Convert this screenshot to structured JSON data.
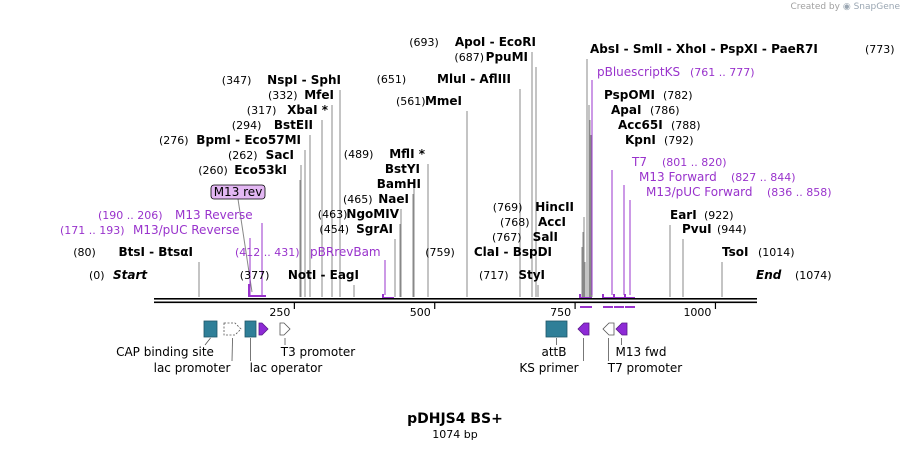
{
  "credit": {
    "prefix": "Created by",
    "brand": "SnapGene"
  },
  "map": {
    "title": "pDHJS4 BS+",
    "subtitle": "1074 bp",
    "length": 1074,
    "scale_ticks": [
      {
        "value": 250,
        "label": "250"
      },
      {
        "value": 500,
        "label": "500"
      },
      {
        "value": 750,
        "label": "750"
      },
      {
        "value": 1000,
        "label": "1000"
      }
    ],
    "colors": {
      "site": "#000000",
      "primer": "#9933cc",
      "leader": "#888888",
      "backbone": "#000000",
      "feature_teal": "#2f7f98",
      "feature_purple": "#8e2ad6",
      "feature_white": "#ffffff"
    },
    "site_labels": [
      {
        "pos": "(0)",
        "name": "Start",
        "italic": true
      },
      {
        "pos": "(80)",
        "name": "BtsI - BtsαI"
      },
      {
        "pos": "(260)",
        "name": "Eco53kI"
      },
      {
        "pos": "(262)",
        "name": "SacI"
      },
      {
        "pos": "(276)",
        "name": "BpmI - Eco57MI"
      },
      {
        "pos": "(294)",
        "name": "BstEII"
      },
      {
        "pos": "(317)",
        "name": "XbaI *"
      },
      {
        "pos": "(332)",
        "name": "MfeI"
      },
      {
        "pos": "(347)",
        "name": "NspI - SphI"
      },
      {
        "pos": "(377)",
        "name": "NotI - EagI"
      },
      {
        "pos": "(454)",
        "name": "SgrAI"
      },
      {
        "pos": "(463)",
        "name": "NgoMIV"
      },
      {
        "pos": "(465)",
        "name": "NaeI"
      },
      {
        "pos": "",
        "name": "BamHI"
      },
      {
        "pos": "",
        "name": "BstYI"
      },
      {
        "pos": "(489)",
        "name": "MflI *"
      },
      {
        "pos": "(561)",
        "name": "MmeI"
      },
      {
        "pos": "(651)",
        "name": "MluI - AflIII"
      },
      {
        "pos": "(687)",
        "name": "PpuMI"
      },
      {
        "pos": "(693)",
        "name": "ApoI - EcoRI"
      },
      {
        "pos": "(759)",
        "name": "ClaI - BspDI"
      },
      {
        "pos": "(717)",
        "name": "StyI"
      },
      {
        "pos": "(767)",
        "name": "SalI"
      },
      {
        "pos": "(768)",
        "name": "AccI"
      },
      {
        "pos": "(769)",
        "name": "HincII"
      },
      {
        "pos": "(773)",
        "name": "AbsI - SmlI - XhoI - PspXI - PaeR7I"
      },
      {
        "pos": "(782)",
        "name": "PspOMI"
      },
      {
        "pos": "(786)",
        "name": "ApaI"
      },
      {
        "pos": "(788)",
        "name": "Acc65I"
      },
      {
        "pos": "(792)",
        "name": "KpnI"
      },
      {
        "pos": "(922)",
        "name": "EarI"
      },
      {
        "pos": "(944)",
        "name": "PvuI"
      },
      {
        "pos": "(1014)",
        "name": "TsoI"
      },
      {
        "pos": "(1074)",
        "name": "End",
        "italic": true
      }
    ],
    "primer_labels": [
      {
        "name": "M13 rev",
        "boxed": true
      },
      {
        "name": "M13 Reverse",
        "range": "(190 .. 206)"
      },
      {
        "name": "M13/pUC Reverse",
        "range": "(171 .. 193)"
      },
      {
        "name": "pBRrevBam",
        "range": "(412 .. 431)"
      },
      {
        "name": "pBluescriptKS",
        "range": "(761 .. 777)"
      },
      {
        "name": "T7",
        "range": "(801 .. 820)"
      },
      {
        "name": "M13 Forward",
        "range": "(827 .. 844)"
      },
      {
        "name": "M13/pUC Forward",
        "range": "(836 .. 858)"
      }
    ],
    "features": [
      {
        "name": "CAP binding site",
        "shape": "box",
        "color": "teal"
      },
      {
        "name": "lac promoter",
        "shape": "arrow-right",
        "color": "white"
      },
      {
        "name": "lac operator",
        "shape": "box",
        "color": "teal"
      },
      {
        "name": "",
        "shape": "arrow-right",
        "color": "purple"
      },
      {
        "name": "T3 promoter",
        "shape": "arrow-right",
        "color": "white"
      },
      {
        "name": "attB",
        "shape": "box",
        "color": "teal"
      },
      {
        "name": "KS primer",
        "shape": "arrow-left",
        "color": "purple"
      },
      {
        "name": "T7 promoter",
        "shape": "arrow-left",
        "color": "white"
      },
      {
        "name": "M13 fwd",
        "shape": "arrow-left",
        "color": "purple"
      }
    ]
  }
}
